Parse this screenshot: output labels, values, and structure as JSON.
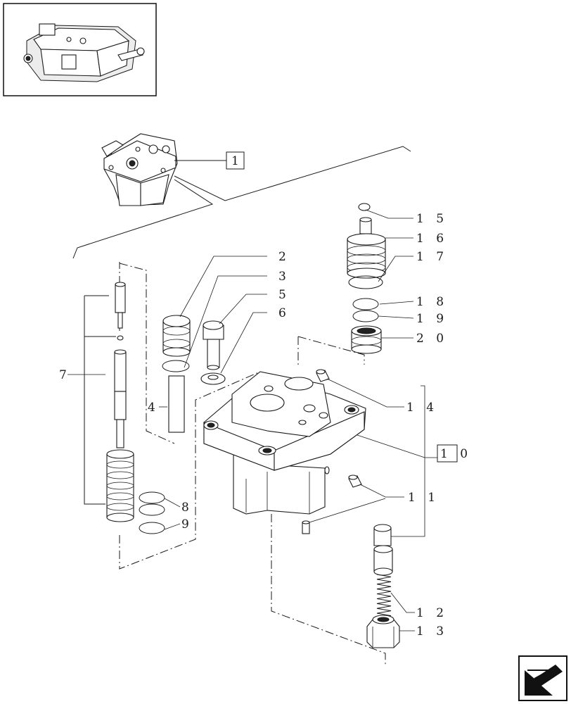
{
  "callouts": [
    {
      "id": "c1",
      "text": "1"
    },
    {
      "id": "c2",
      "text": "2"
    },
    {
      "id": "c3",
      "text": "3"
    },
    {
      "id": "c4",
      "text": "4"
    },
    {
      "id": "c5",
      "text": "5"
    },
    {
      "id": "c6",
      "text": "6"
    },
    {
      "id": "c7",
      "text": "7"
    },
    {
      "id": "c8",
      "text": "8"
    },
    {
      "id": "c9",
      "text": "9"
    },
    {
      "id": "c10",
      "text": "1 0"
    },
    {
      "id": "c11",
      "text": "1 1"
    },
    {
      "id": "c12",
      "text": "1 2"
    },
    {
      "id": "c13",
      "text": "1 3"
    },
    {
      "id": "c14",
      "text": "1 4"
    },
    {
      "id": "c15",
      "text": "1 5"
    },
    {
      "id": "c16",
      "text": "1 6"
    },
    {
      "id": "c17",
      "text": "1 7"
    },
    {
      "id": "c18",
      "text": "1 8"
    },
    {
      "id": "c19",
      "text": "1 9"
    },
    {
      "id": "c20",
      "text": "2 0"
    }
  ],
  "icons": {
    "thumbnail": "assembly-thumbnail-icon",
    "navigation": "next-page-arrow-icon"
  }
}
